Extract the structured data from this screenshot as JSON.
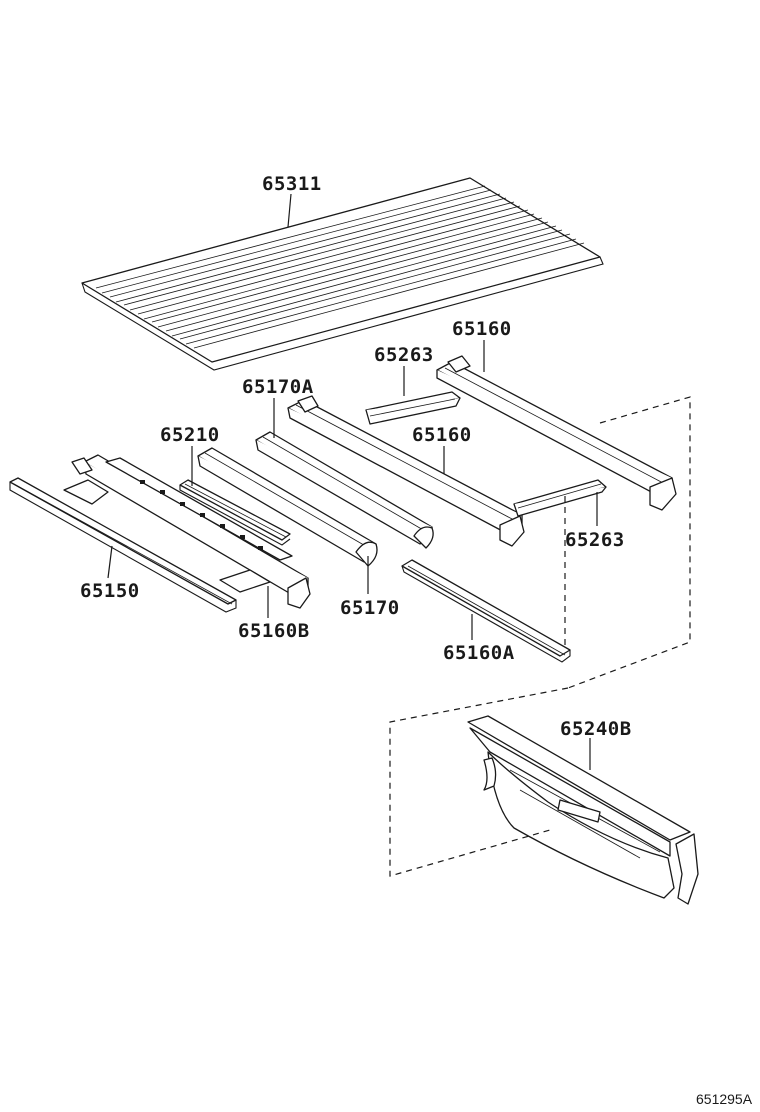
{
  "parts": {
    "p65311": "65311",
    "p65160_top": "65160",
    "p65263_top": "65263",
    "p65170A": "65170A",
    "p65160_mid": "65160",
    "p65210": "65210",
    "p65263_right": "65263",
    "p65150": "65150",
    "p65160B": "65160B",
    "p65170": "65170",
    "p65160A": "65160A",
    "p65240B": "65240B"
  },
  "diagram_code": "651295A"
}
